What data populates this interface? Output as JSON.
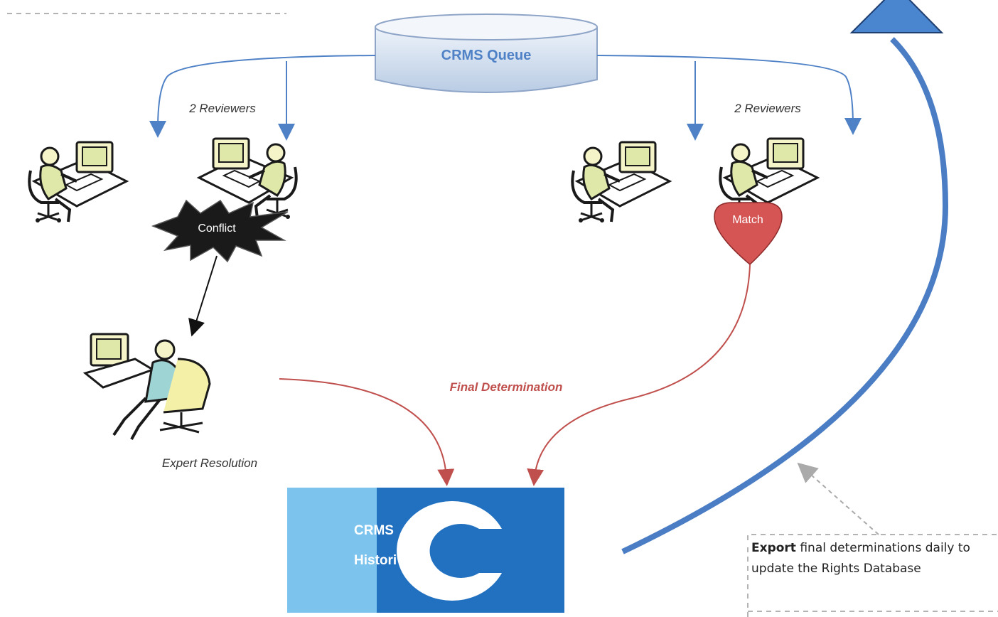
{
  "queue": {
    "label": "CRMS Queue"
  },
  "reviewers_left": {
    "label": "2 Reviewers"
  },
  "reviewers_right": {
    "label": "2 Reviewers"
  },
  "conflict": {
    "label": "Conflict"
  },
  "match": {
    "label": "Match"
  },
  "expert": {
    "label": "Expert Resolution"
  },
  "final_determination": {
    "label": "Final Determination"
  },
  "historical": {
    "line1": "CRMS",
    "line2": "Histori",
    "logo_letter": "C"
  },
  "export_note": {
    "bold": "Export",
    "text": " final determinations daily to update the Rights Database"
  },
  "colors": {
    "flow_blue": "#4f81c6",
    "flow_red": "#c0504d",
    "conflict_black": "#1a1a1a",
    "match_red": "#d55454",
    "hist_light": "#7cc4ee",
    "hist_dark": "#2271c0",
    "triangle": "#4a86cf"
  }
}
